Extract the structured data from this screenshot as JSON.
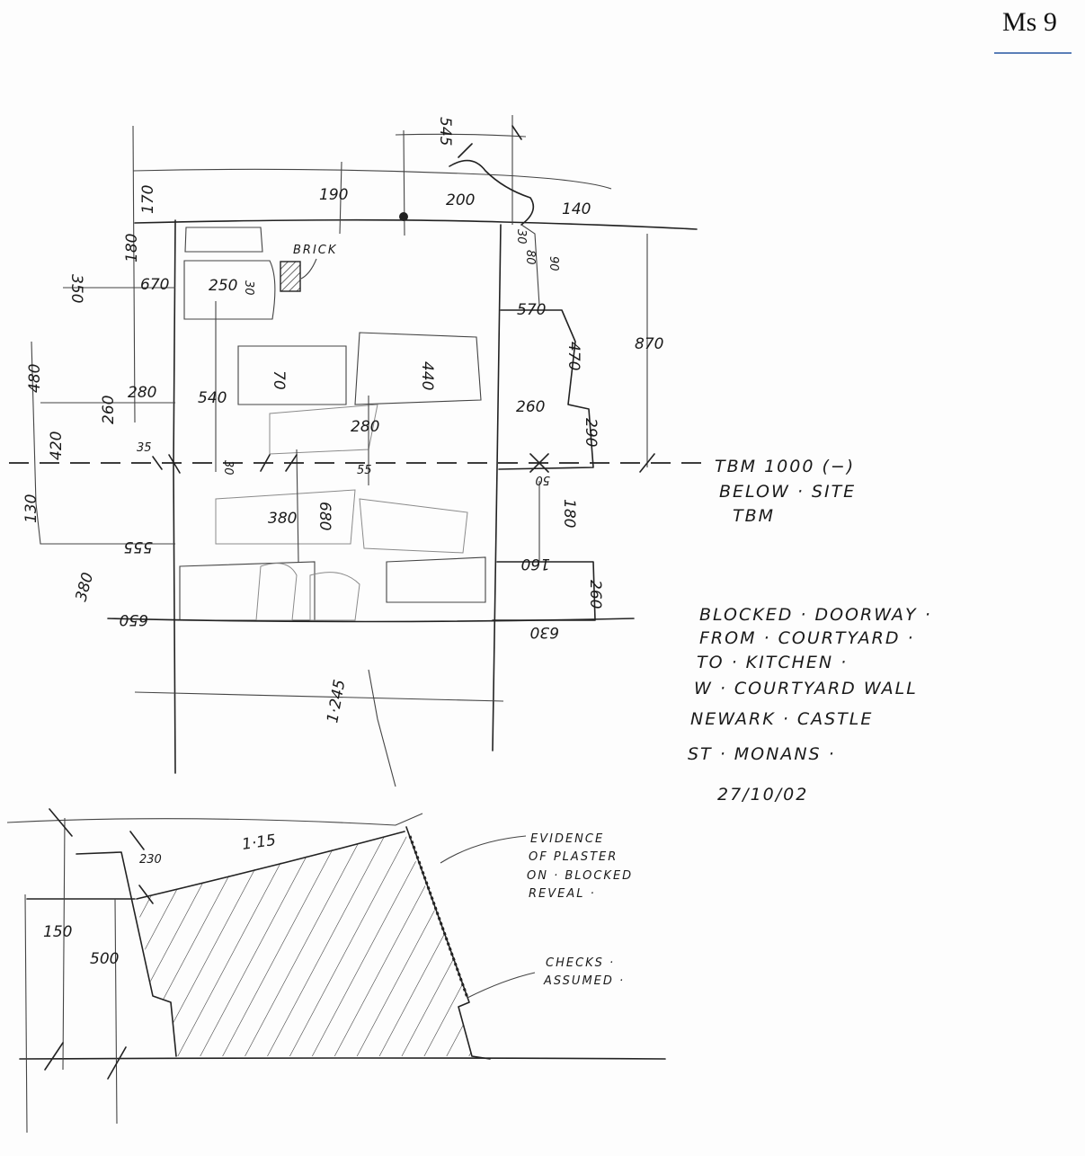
{
  "page_label": "Ms 9",
  "title_block": {
    "lines": [
      "BLOCKED · DOORWAY ·",
      "FROM · COURTYARD ·",
      "TO · KITCHEN ·",
      "W · COURTYARD WALL",
      "NEWARK · CASTLE",
      "ST · MONANS ·",
      "27/10/02"
    ]
  },
  "tbm_note": [
    "TBM 1000 (−)",
    "BELOW · SITE",
    "TBM"
  ],
  "annotations": {
    "brick": "BRICK",
    "plaster": [
      "EVIDENCE",
      "OF PLASTER",
      "ON · BLOCKED",
      "REVEAL ·"
    ],
    "checks": [
      "CHECKS ·",
      "ASSUMED ·"
    ]
  },
  "elevation_dimensions": [
    "170",
    "190",
    "545",
    "200",
    "140",
    "180",
    "350",
    "670",
    "250",
    "30",
    "30",
    "80",
    "90",
    "570",
    "870",
    "470",
    "480",
    "260",
    "280",
    "70",
    "440",
    "540",
    "280",
    "260",
    "290",
    "420",
    "35",
    "30",
    "55",
    "50",
    "130",
    "380",
    "680",
    "180",
    "555",
    "380",
    "160",
    "260",
    "650",
    "630",
    "1·245"
  ],
  "plan_dimensions": [
    "1·15",
    "230",
    "150",
    "500"
  ]
}
